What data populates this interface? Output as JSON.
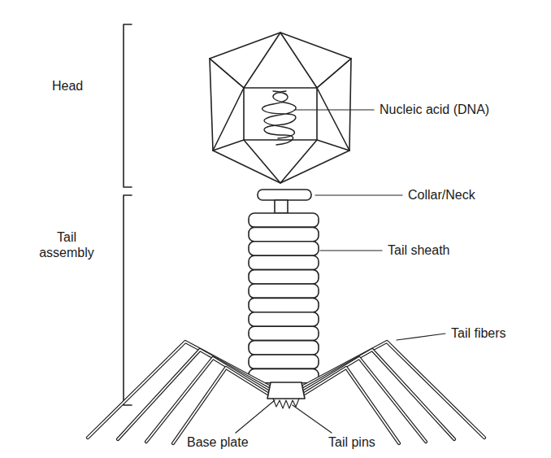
{
  "diagram": {
    "labels": [
      "Head",
      "Tail assembly",
      "Nucleic acid (DNA)",
      "Collar/Neck",
      "Tail sheath",
      "Tail fibers",
      "Base plate",
      "Tail pins"
    ]
  }
}
